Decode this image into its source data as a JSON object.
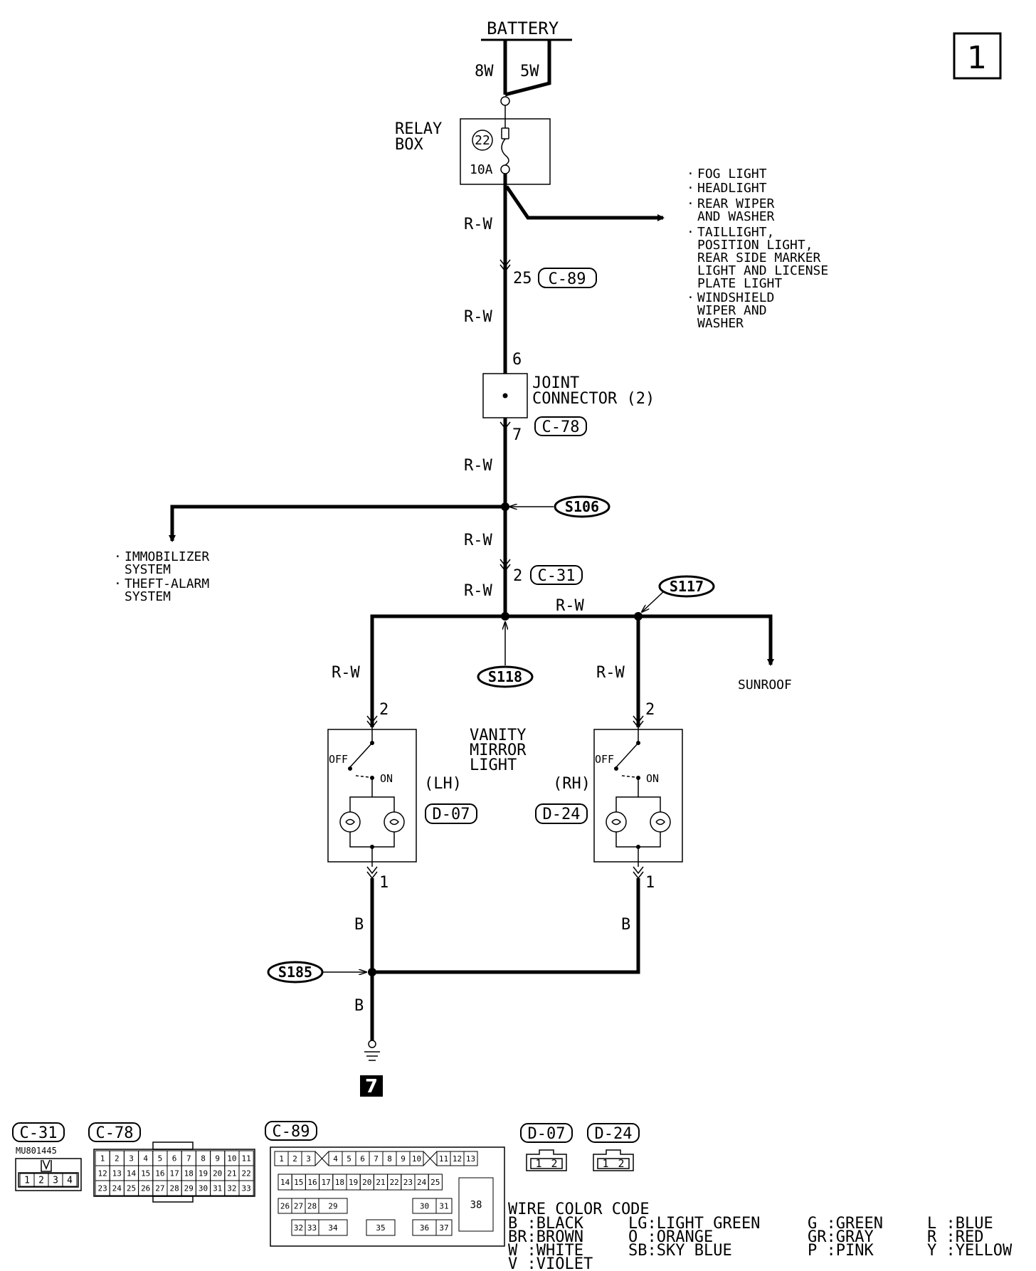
{
  "page_number": "1",
  "battery": {
    "label": "BATTERY",
    "wire_left": "8W",
    "wire_right": "5W"
  },
  "relay_box": {
    "label_line1": "RELAY",
    "label_line2": "BOX",
    "fuse_number": "22",
    "fuse_rating": "10A"
  },
  "branch_loads": [
    [
      "FOG LIGHT"
    ],
    [
      "HEADLIGHT"
    ],
    [
      "REAR WIPER",
      "AND WASHER"
    ],
    [
      "TAILLIGHT,",
      "POSITION LIGHT,",
      "REAR SIDE MARKER",
      "LIGHT AND LICENSE",
      "PLATE LIGHT"
    ],
    [
      "WINDSHIELD",
      "WIPER AND",
      "WASHER"
    ]
  ],
  "wires": {
    "rw": "R-W",
    "b": "B"
  },
  "connectors": {
    "c89": {
      "ref": "C-89",
      "pin": "25"
    },
    "joint": {
      "label_line1": "JOINT",
      "label_line2": "CONNECTOR (2)",
      "ref": "C-78",
      "pin_in": "6",
      "pin_out": "7"
    },
    "c31": {
      "ref": "C-31",
      "pin": "2"
    }
  },
  "splices": {
    "s106": "S106",
    "s117": "S117",
    "s118": "S118",
    "s185": "S185"
  },
  "left_loads": [
    [
      "IMMOBILIZER",
      "SYSTEM"
    ],
    [
      "THEFT-ALARM",
      "SYSTEM"
    ]
  ],
  "sunroof": "SUNROOF",
  "vanity": {
    "title_line1": "VANITY",
    "title_line2": "MIRROR",
    "title_line3": "LIGHT",
    "lh": {
      "side": "(LH)",
      "ref": "D-07",
      "pin_top": "2",
      "pin_bottom": "1"
    },
    "rh": {
      "side": "(RH)",
      "ref": "D-24",
      "pin_top": "2",
      "pin_bottom": "1"
    },
    "switch_off": "OFF",
    "switch_on": "ON"
  },
  "ground_id": "7",
  "connector_views": {
    "c31": {
      "ref": "C-31",
      "part_no": "MU801445",
      "pins": [
        "1",
        "2",
        "3",
        "4"
      ]
    },
    "c78": {
      "ref": "C-78",
      "rows": [
        [
          "1",
          "2",
          "3",
          "4",
          "5",
          "6",
          "7",
          "8",
          "9",
          "10",
          "11"
        ],
        [
          "12",
          "13",
          "14",
          "15",
          "16",
          "17",
          "18",
          "19",
          "20",
          "21",
          "22"
        ],
        [
          "23",
          "24",
          "25",
          "26",
          "27",
          "28",
          "29",
          "30",
          "31",
          "32",
          "33"
        ]
      ]
    },
    "c89": {
      "ref": "C-89",
      "row1": [
        "1",
        "2",
        "3",
        "4",
        "5",
        "6",
        "7",
        "8",
        "9",
        "10",
        "11",
        "12",
        "13"
      ],
      "row2": [
        "14",
        "15",
        "16",
        "17",
        "18",
        "19",
        "20",
        "21",
        "22",
        "23",
        "24",
        "25"
      ],
      "row3": [
        "26",
        "27",
        "28",
        "29",
        "30",
        "31"
      ],
      "row4": [
        "32",
        "33",
        "34",
        "35",
        "36",
        "37"
      ],
      "big": "38"
    },
    "d07": {
      "ref": "D-07",
      "pins": [
        "1",
        "2"
      ]
    },
    "d24": {
      "ref": "D-24",
      "pins": [
        "1",
        "2"
      ]
    }
  },
  "wire_color_code": {
    "title": "WIRE COLOR CODE",
    "col1": [
      "B :BLACK",
      "BR:BROWN",
      "W :WHITE",
      "V :VIOLET"
    ],
    "col2": [
      "LG:LIGHT GREEN",
      "O :ORANGE",
      "SB:SKY BLUE"
    ],
    "col3": [
      "G :GREEN",
      "GR:GRAY",
      "P :PINK"
    ],
    "col4": [
      "L :BLUE",
      "R :RED",
      "Y :YELLOW"
    ]
  }
}
